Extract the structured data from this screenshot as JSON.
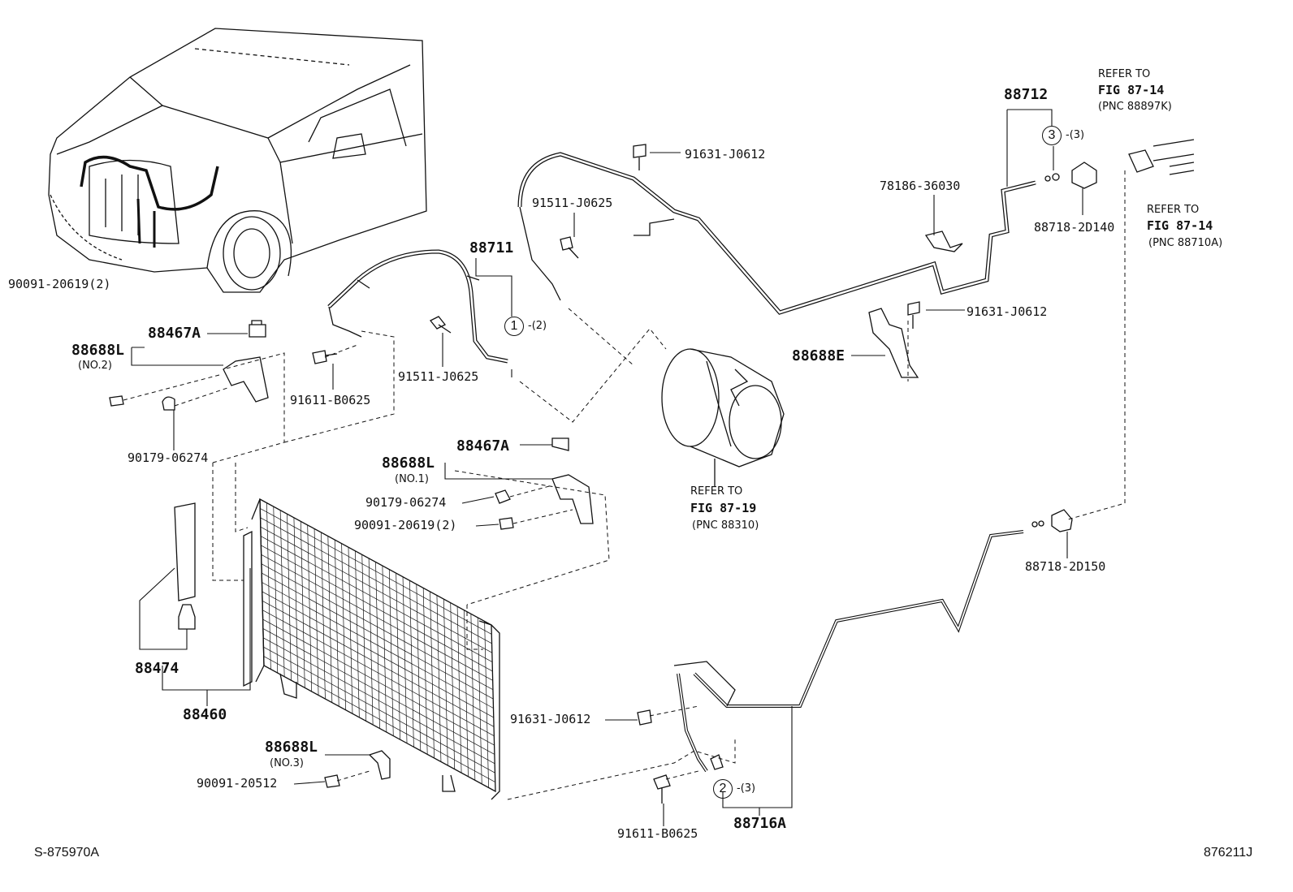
{
  "labels": {
    "p90091_20619_2_top": "90091-20619(2)",
    "p88467A_top": "88467A",
    "p88688L": "88688L",
    "no2": "(NO.2)",
    "p90179_06274_top": "90179-06274",
    "p91611_B0625_top": "91611-B0625",
    "p88711": "88711",
    "p91511_J0625_mid": "91511-J0625",
    "p91511_J0625_top": "91511-J0625",
    "p91631_J0612_top": "91631-J0612",
    "p88712": "88712",
    "p78186_36030": "78186-36030",
    "p88718_2D140": "88718-2D140",
    "p91631_J0612_mid": "91631-J0612",
    "p88688E": "88688E",
    "p88467A_mid": "88467A",
    "p88688L_mid": "88688L",
    "no1": "(NO.1)",
    "p90179_06274_mid": "90179-06274",
    "p90091_20619_2_mid": "90091-20619(2)",
    "p88718_2D150": "88718-2D150",
    "p88474": "88474",
    "p88460": "88460",
    "p88688L_bot": "88688L",
    "no3": "(NO.3)",
    "p90091_20512": "90091-20512",
    "p91631_J0612_bot": "91631-J0612",
    "p91611_B0625_bot": "91611-B0625",
    "p88716A": "88716A",
    "qty1": "-(2)",
    "qty2": "-(3)",
    "qty3": "-(3)",
    "circle1": "1",
    "circle2": "2",
    "circle3": "3"
  },
  "refs": {
    "ref_top_l1": "REFER TO",
    "ref_top_l2": "FIG 87-14",
    "ref_top_l3": "(PNC 88897K)",
    "ref_right_l1": "REFER TO",
    "ref_right_l2": "FIG 87-14",
    "ref_right_l3": "(PNC 88710A)",
    "ref_comp_l1": "REFER TO",
    "ref_comp_l2": "FIG 87-19",
    "ref_comp_l3": "(PNC 88310)"
  },
  "footer": {
    "left_code": "S-875970A",
    "right_code": "876211J"
  }
}
